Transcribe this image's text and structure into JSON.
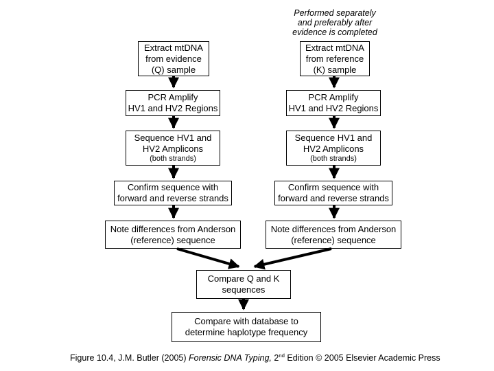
{
  "annotation": "Performed separately\nand preferably after\nevidence is completed",
  "boxes": {
    "q_extract": "Extract mtDNA\nfrom evidence\n(Q) sample",
    "k_extract": "Extract mtDNA\nfrom reference\n(K) sample",
    "q_pcr": "PCR Amplify\nHV1 and HV2 Regions",
    "k_pcr": "PCR Amplify\nHV1 and HV2 Regions",
    "q_sequence": "Sequence HV1 and\nHV2 Amplicons",
    "q_sequence_sub": "(both strands)",
    "k_sequence": "Sequence HV1 and\nHV2 Amplicons",
    "k_sequence_sub": "(both strands)",
    "q_confirm": "Confirm sequence with\nforward and reverse strands",
    "k_confirm": "Confirm sequence with\nforward and reverse strands",
    "q_note": "Note differences from Anderson\n(reference) sequence",
    "k_note": "Note differences from Anderson\n(reference) sequence",
    "compare_qk": "Compare Q and K\nsequences",
    "compare_db": "Compare with database to\ndetermine haplotype frequency"
  },
  "caption": {
    "part1": "Figure 10.4, J.M. Butler (2005) ",
    "italic": "Forensic DNA Typing,",
    "part2": " 2",
    "sup": "nd",
    "part3": " Edition © 2005 Elsevier Academic Press"
  },
  "colors": {
    "background": "#ffffff",
    "box_border": "#000000",
    "text": "#000000",
    "arrow": "#000000"
  }
}
